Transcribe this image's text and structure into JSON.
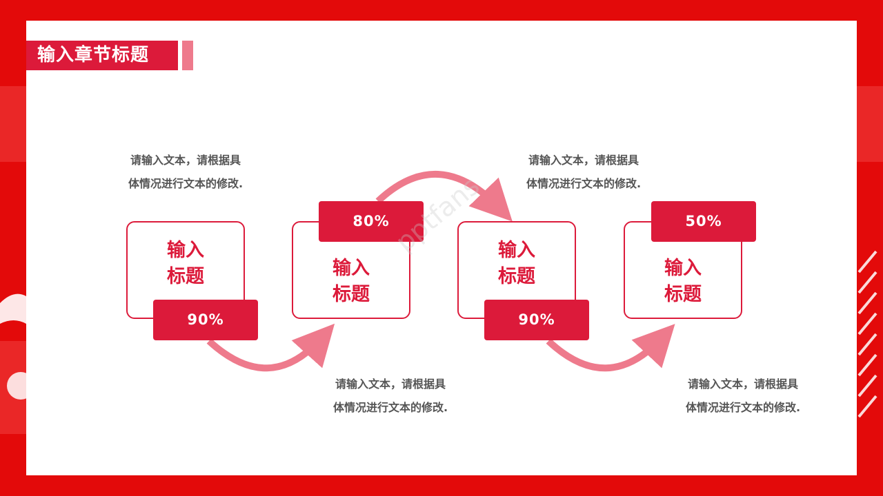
{
  "slide": {
    "title": "输入章节标题",
    "watermark": "pptfans"
  },
  "colors": {
    "background": "#e30a0a",
    "accent": "#dc1a3a",
    "accent_light": "#ee7a8c",
    "text_gray": "#555555"
  },
  "steps": [
    {
      "label": "输入\n标题",
      "percent": "90%",
      "description_line1": "请输入文本，请根据具",
      "description_line2": "体情况进行文本的修改."
    },
    {
      "label": "输入\n标题",
      "percent": "80%",
      "description_line1": "请输入文本，请根据具",
      "description_line2": "体情况进行文本的修改."
    },
    {
      "label": "输入\n标题",
      "percent": "90%",
      "description_line1": "请输入文本，请根据具",
      "description_line2": "体情况进行文本的修改."
    },
    {
      "label": "输入\n标题",
      "percent": "50%",
      "description_line1": "请输入文本，请根据具",
      "description_line2": "体情况进行文本的修改."
    }
  ]
}
